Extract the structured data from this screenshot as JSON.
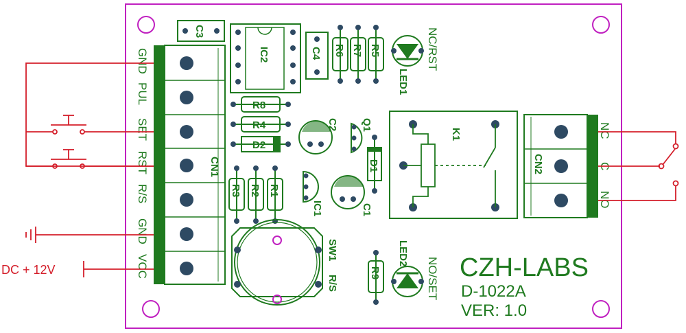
{
  "brand": {
    "name": "CZH-LABS",
    "model": "D-1022A",
    "version": "VER: 1.0"
  },
  "colors": {
    "trace": "#1f7a1f",
    "pad": "#2e4a63",
    "wire": "#d41e2a",
    "outline": "#c020c0"
  },
  "cn1": {
    "label": "CN1",
    "pins": [
      "GND",
      "PUL",
      "SET",
      "RST",
      "R/S",
      "GND",
      "VCC"
    ]
  },
  "cn2": {
    "label": "CN2",
    "pins": [
      "NC",
      "C",
      "NO"
    ]
  },
  "components": {
    "c3": "C3",
    "ic2": "IC2",
    "c4": "C4",
    "r6": "R6",
    "r7": "R7",
    "r5": "R5",
    "led1": "LED1",
    "nc_rst": "NC/RST",
    "r8": "R8",
    "r4": "R4",
    "d2": "D2",
    "c2": "C2",
    "q1": "Q1",
    "d1": "D1",
    "k1": "K1",
    "r3": "R3",
    "r2": "R2",
    "r1": "R1",
    "ic1": "IC1",
    "c1": "C1",
    "sw1": "SW1",
    "rs": "R/S",
    "led2": "LED2",
    "r9": "R9",
    "no_set": "NO/SET"
  },
  "external": {
    "power_label": "DC + 12V"
  }
}
